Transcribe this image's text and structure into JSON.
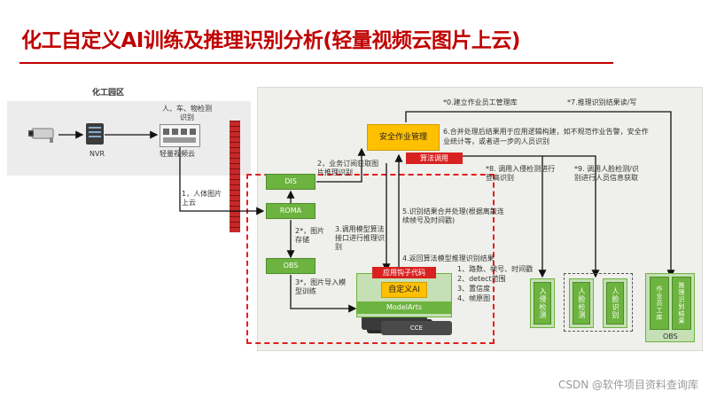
{
  "title": "化工自定义AI训练及推理识别分析(轻量视频云图片上云)",
  "park": {
    "label": "化工园区",
    "nvr": "NVR",
    "detect_label": "人、车、物检测识别",
    "edge_label": "轻量视频云"
  },
  "boxes": {
    "dis": "DIS",
    "roma": "ROMA",
    "obs": "OBS",
    "safety": "安全作业管理",
    "algo_call": "算法调用",
    "hook": "应用钩子代码",
    "custom_ai": "自定义AI",
    "modelarts": "ModelArts",
    "cce": "CCE",
    "intrusion": "入侵检测",
    "face_detect": "人脸检测",
    "face_recog": "人脸识别",
    "staff_db": "作业员工库",
    "result_db": "推理识别结果",
    "obs_right": "OBS"
  },
  "steps": {
    "s0": "*0.建立作业员工管理库",
    "s1": "1，人体图片上云",
    "s2": "2，业务订阅获取图片推理识别",
    "s2b": "2*，图片存储",
    "s3": "3.调用模型算法接口进行推理识别",
    "s3b": "3*，图片导入模型训练",
    "s4": "4.返回算法模型推理识别结果",
    "s4_details": [
      "1、路数、帧号、时间戳",
      "2、detect范围",
      "3、置信度",
      "4、帧原图"
    ],
    "s5": "5.识别结果合并处理(根据离散连续帧号及时间戳)",
    "s6": "6.合并处理后结果用于应用逻辑构建，如不规范作业告警，安全作业统计等，或者进一步的人员识别",
    "s7": "*7.推理识别结果读/写",
    "s8": "*8. 调用入侵检测进行登高识别",
    "s9": "*9. 调用人脸检测/识别进行人员信息获取"
  },
  "watermark": "CSDN @软件项目资料查询库",
  "colors": {
    "title": "#c00000",
    "green": "#6db33f",
    "orange": "#ffc000",
    "red": "#d92121"
  }
}
